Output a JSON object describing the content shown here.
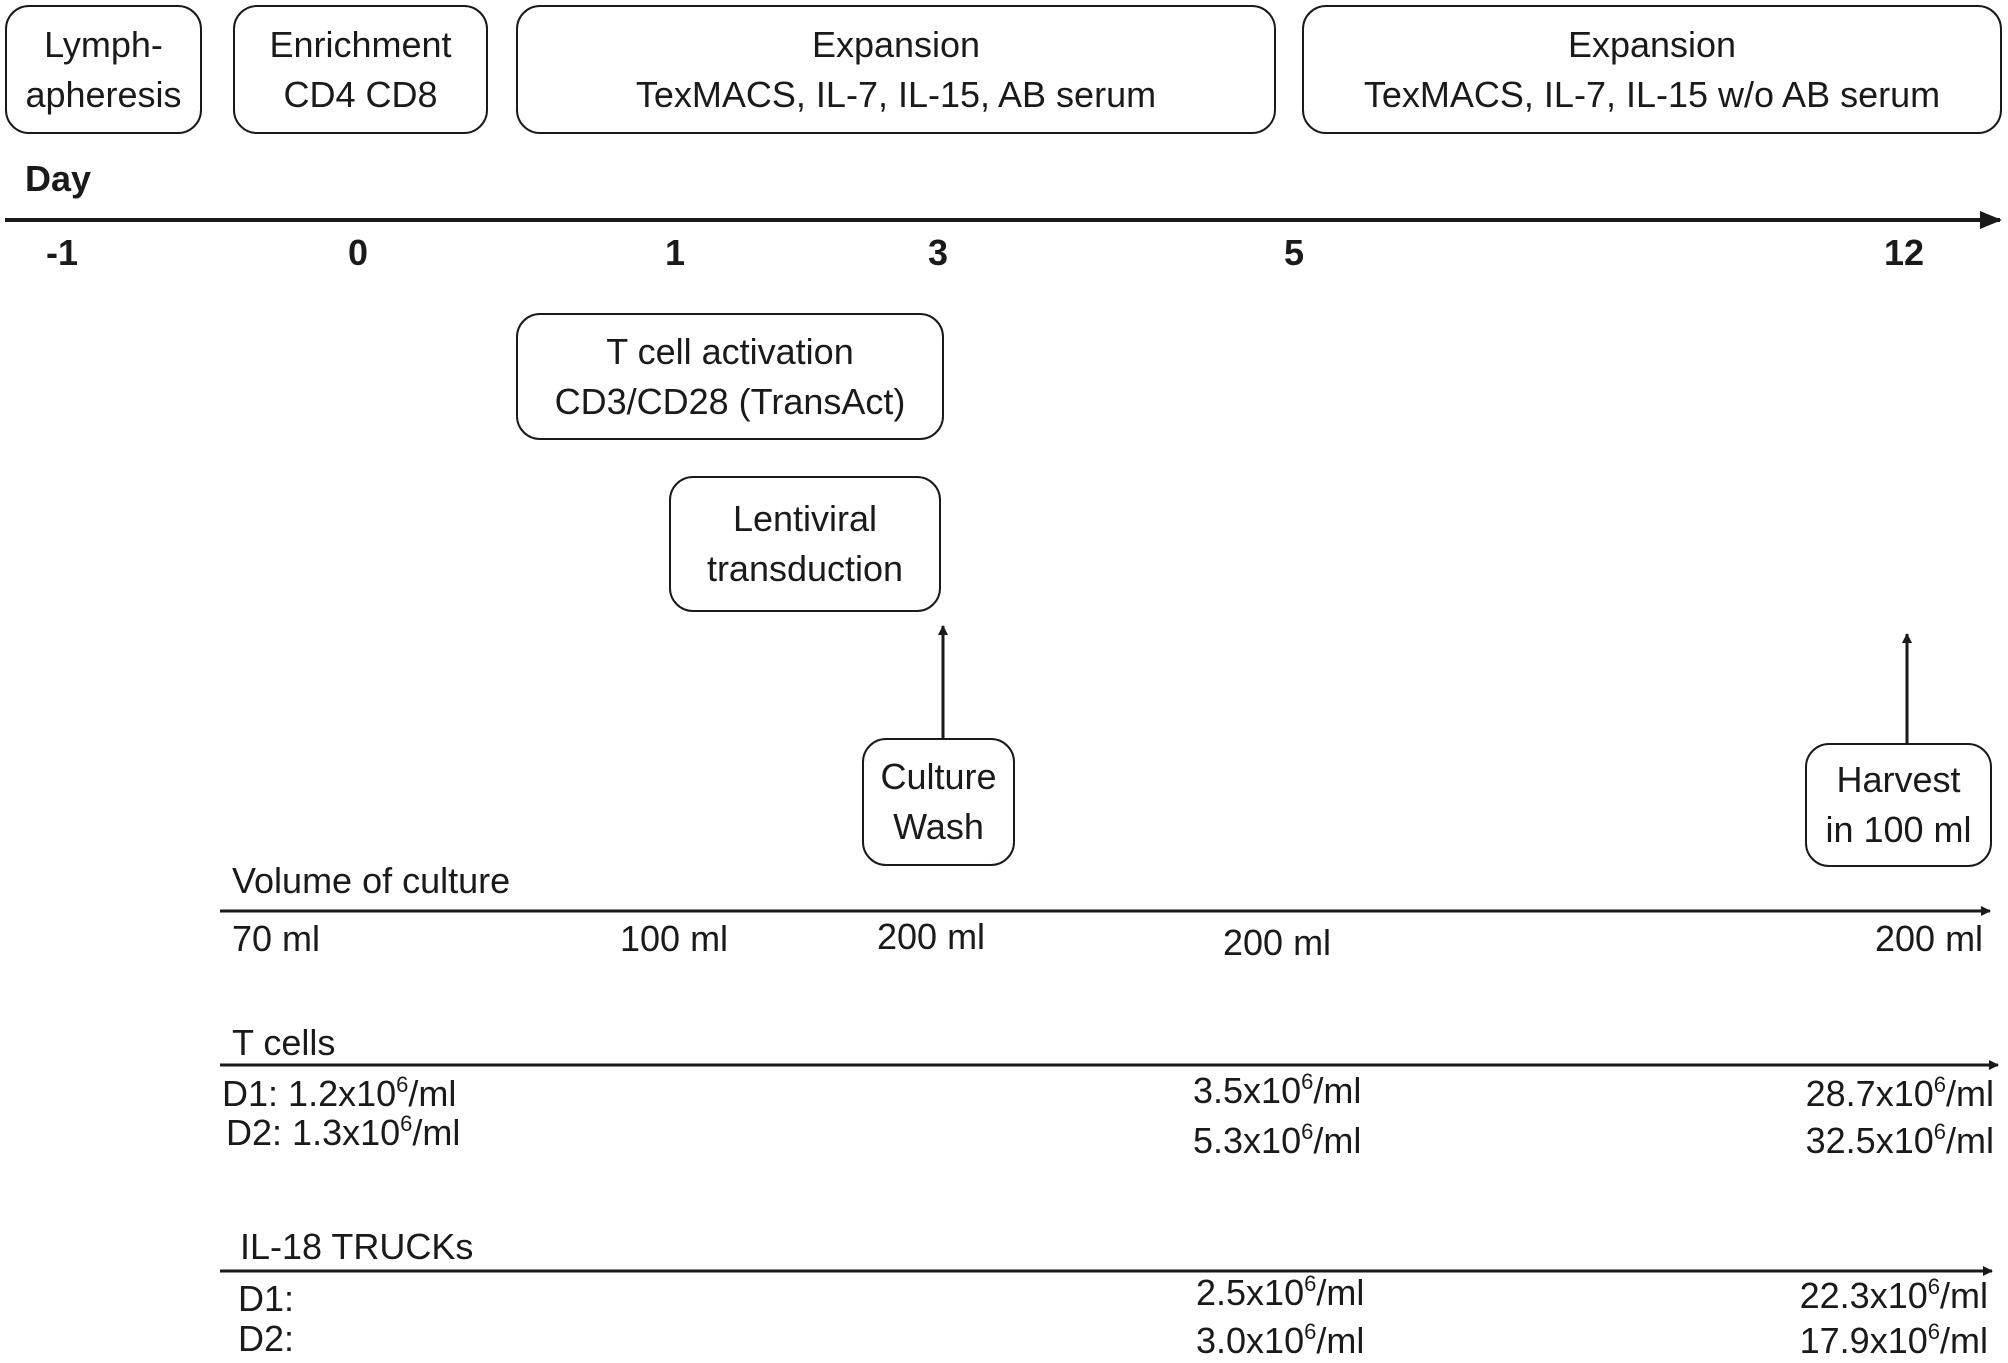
{
  "phases": [
    {
      "lines": [
        "Lymph-",
        "apheresis"
      ]
    },
    {
      "lines": [
        "Enrichment",
        "CD4 CD8"
      ]
    },
    {
      "lines": [
        "Expansion",
        "TexMACS, IL-7, IL-15, AB serum"
      ]
    },
    {
      "lines": [
        "Expansion",
        "TexMACS, IL-7, IL-15 w/o AB serum"
      ]
    }
  ],
  "timeline": {
    "label": "Day",
    "ticks": [
      "-1",
      "0",
      "1",
      "3",
      "5",
      "12"
    ]
  },
  "steps": {
    "activation": [
      "T cell activation",
      "CD3/CD28 (TransAct)"
    ],
    "transduction": [
      "Lentiviral",
      "transduction"
    ],
    "wash": [
      "Culture",
      "Wash"
    ],
    "harvest": [
      "Harvest",
      "in 100 ml"
    ]
  },
  "volume": {
    "title": "Volume of culture",
    "values": [
      "70 ml",
      "100 ml",
      "200 ml",
      "200 ml",
      "200 ml"
    ]
  },
  "t_cells": {
    "title": "T cells",
    "d1": {
      "label": "D1:",
      "start_base": "1.2x10",
      "day5_base": "3.5x10",
      "day12_base": "28.7x10"
    },
    "d2": {
      "label": "D2:",
      "start_base": "1.3x10",
      "day5_base": "5.3x10",
      "day12_base": "32.5x10"
    }
  },
  "trucks": {
    "title": "IL-18 TRUCKs",
    "d1": {
      "label": "D1:",
      "day5_base": "2.5x10",
      "day12_base": "22.3x10"
    },
    "d2": {
      "label": "D2:",
      "day5_base": "3.0x10",
      "day12_base": "17.9x10"
    }
  },
  "units": {
    "exponent": "6",
    "suffix": "/ml"
  }
}
